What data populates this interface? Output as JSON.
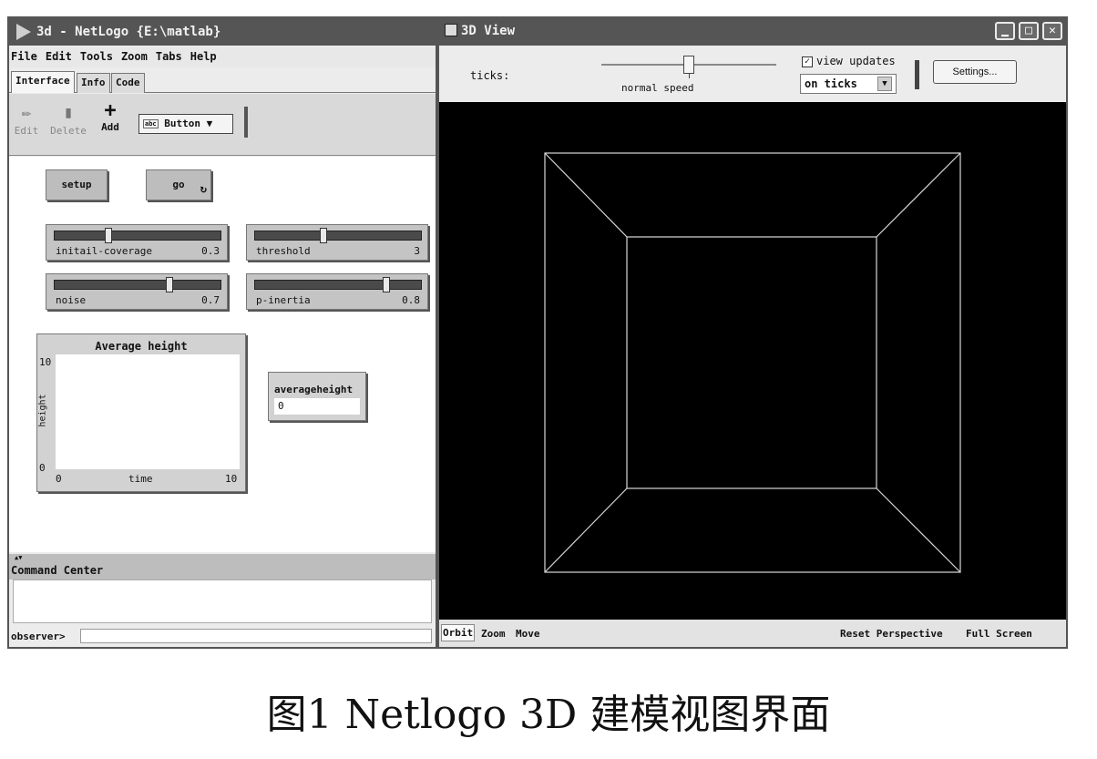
{
  "left_window": {
    "title": "3d - NetLogo {E:\\matlab}",
    "menu": [
      "File",
      "Edit",
      "Tools",
      "Zoom",
      "Tabs",
      "Help"
    ],
    "tabs": [
      "Interface",
      "Info",
      "Code"
    ],
    "toolbar": {
      "edit": "Edit",
      "delete": "Delete",
      "add": "Add",
      "widget_type": "Button",
      "widget_type_icon": "abc"
    },
    "buttons": {
      "setup": "setup",
      "go": "go",
      "go_icon": "forever-loop-icon"
    },
    "sliders": [
      {
        "name": "initail-coverage",
        "value": "0.3",
        "position": 0.32
      },
      {
        "name": "threshold",
        "value": "3",
        "position": 0.41
      },
      {
        "name": "noise",
        "value": "0.7",
        "position": 0.7
      },
      {
        "name": "p-inertia",
        "value": "0.8",
        "position": 0.8
      }
    ],
    "plot": {
      "title": "Average height",
      "ylabel": "height",
      "xlabel": "time",
      "ymax": "10",
      "ymin": "0",
      "xmin": "0",
      "xmax": "10"
    },
    "monitor": {
      "label": "averageheight",
      "value": "0"
    },
    "command_center": {
      "title": "Command Center",
      "prompt": "observer>"
    }
  },
  "right_window": {
    "title": "3D View",
    "ticks_label": "ticks:",
    "speed_label": "normal speed",
    "speed": 0.5,
    "view_updates_label": "view updates",
    "view_updates_checked": true,
    "update_mode": "on ticks",
    "settings_label": "Settings...",
    "nav": {
      "orbit": "Orbit",
      "zoom": "Zoom",
      "move": "Move",
      "reset": "Reset Perspective",
      "fullscreen": "Full Screen"
    }
  },
  "caption": "图1 Netlogo 3D 建模视图界面",
  "colors": {
    "scene_background": "#000000",
    "wireframe": "#d8d8d8",
    "titlebar": "#555555"
  }
}
